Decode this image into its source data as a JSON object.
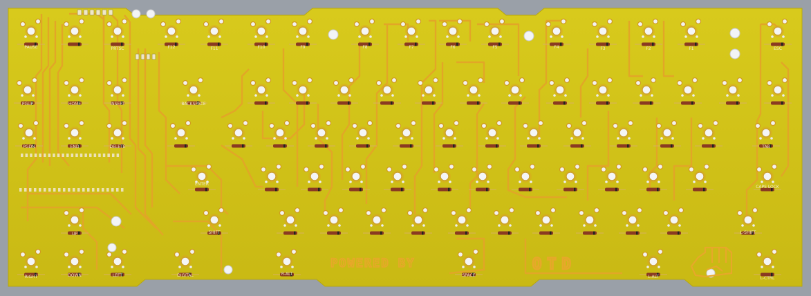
{
  "image": {
    "subject": "keyboard-pcb",
    "board_color": "#d2c418",
    "trace_color": "#e0a020",
    "background_color": "#9aa0a8"
  },
  "silkscreen": {
    "powered_by": "POWERED BY",
    "brand": "OTD"
  },
  "key_labels": [
    "PAUSE",
    "PRTSC",
    "F12",
    "F11",
    "F10",
    "F9",
    "F8",
    "F7",
    "F6",
    "F5",
    "F4",
    "F3",
    "F2",
    "F1",
    "ESC",
    "PGUP",
    "HOME",
    "INSERT",
    "BACKSPACE",
    "TAB",
    "PGDN",
    "END",
    "DELETE",
    "ENTER",
    "CAPS LOCK",
    "SHIFT",
    "L-SHIFT",
    "UP",
    "DIGITAL",
    "R-ALT",
    "L-ALT",
    "L-CTRL",
    "RIGHT",
    "DOWN",
    "LEFT",
    "SPACE"
  ]
}
